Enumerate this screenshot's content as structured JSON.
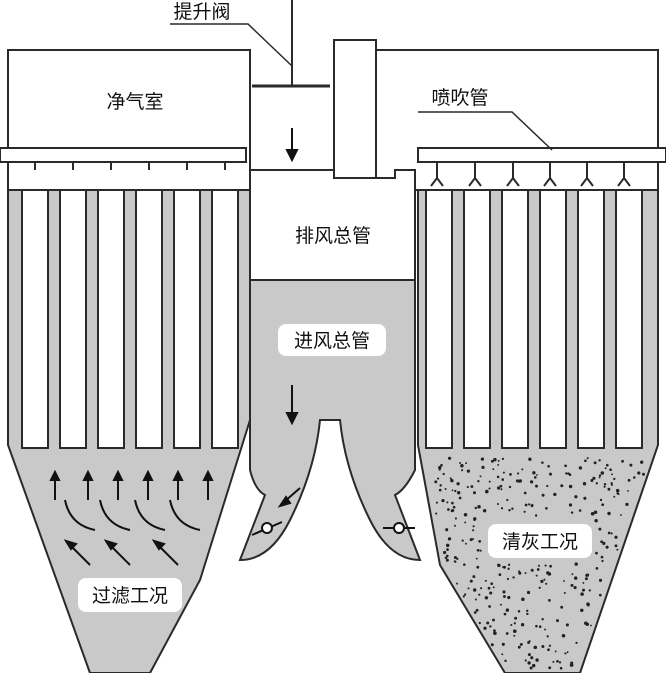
{
  "labels": {
    "lift_valve": "提升阀",
    "clean_air_chamber": "净气室",
    "blow_pipe": "喷吹管",
    "exhaust_manifold": "排风总管",
    "inlet_manifold": "进风总管",
    "filtering_mode": "过滤工况",
    "cleaning_mode": "清灰工况"
  },
  "icons": {
    "flow_arrow": "flow-arrow-icon",
    "valve": "valve-icon",
    "nozzle": "nozzle-icon"
  },
  "colors": {
    "outline": "#2a2a2a",
    "hopper_fill": "#c9c9c9",
    "chamber_fill": "#ffffff",
    "dust": "#222222"
  }
}
